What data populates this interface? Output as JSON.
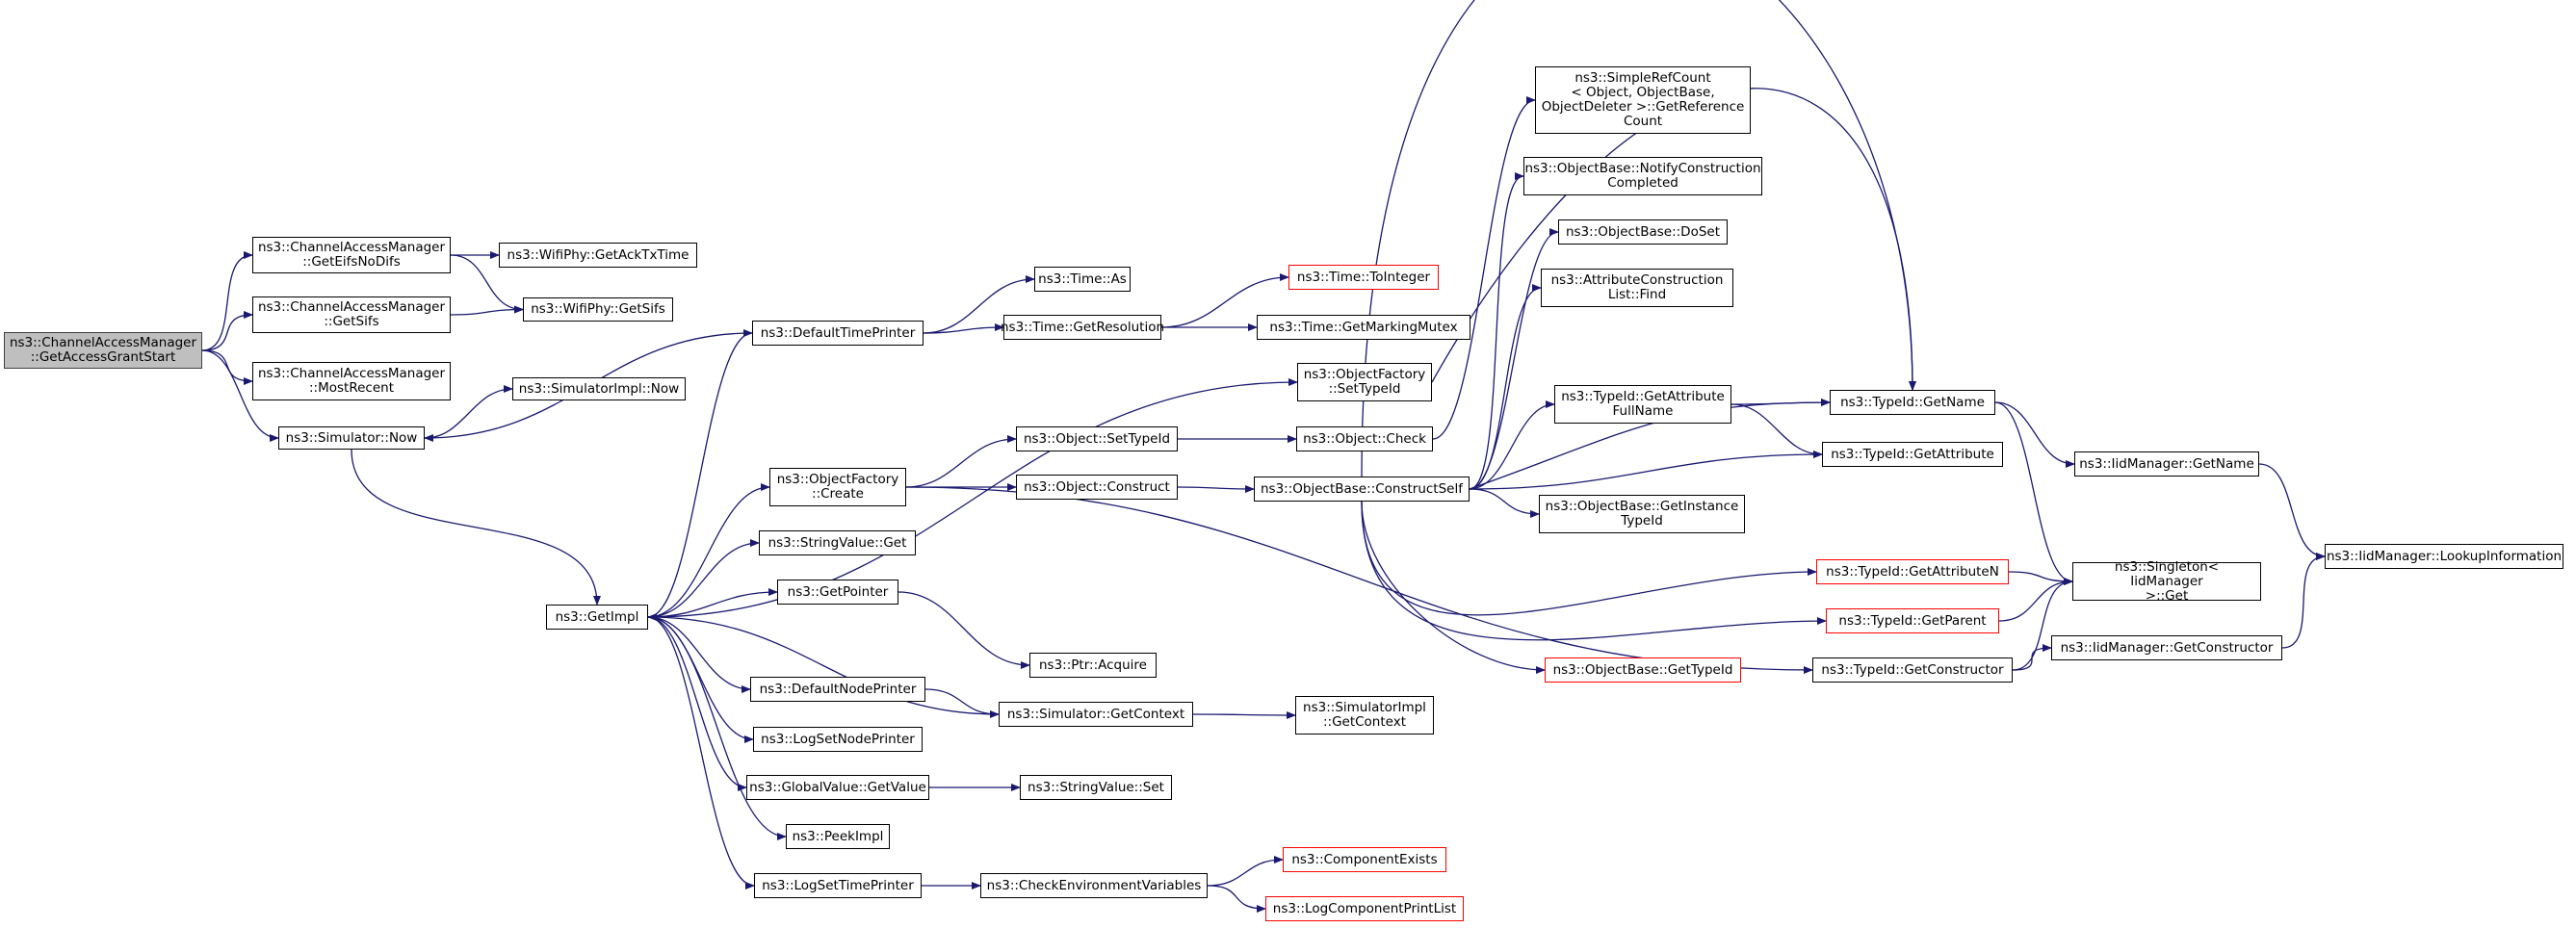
{
  "graph": {
    "edge_color": "#191970",
    "nodes": {
      "root": {
        "label": "ns3::ChannelAccessManager\n::GetAccessGrantStart",
        "style": "root"
      },
      "getEifsNoDifs": {
        "label": "ns3::ChannelAccessManager\n::GetEifsNoDifs"
      },
      "getSifsCam": {
        "label": "ns3::ChannelAccessManager\n::GetSifs"
      },
      "mostRecent": {
        "label": "ns3::ChannelAccessManager\n::MostRecent"
      },
      "simNow": {
        "label": "ns3::Simulator::Now"
      },
      "getAckTxTime": {
        "label": "ns3::WifiPhy::GetAckTxTime"
      },
      "wifiGetSifs": {
        "label": "ns3::WifiPhy::GetSifs"
      },
      "simImplNow": {
        "label": "ns3::SimulatorImpl::Now"
      },
      "getImpl": {
        "label": "ns3::GetImpl"
      },
      "defaultTimePrinter": {
        "label": "ns3::DefaultTimePrinter"
      },
      "objFactoryCreate": {
        "label": "ns3::ObjectFactory\n::Create"
      },
      "stringValueGet": {
        "label": "ns3::StringValue::Get"
      },
      "getPointer": {
        "label": "ns3::GetPointer"
      },
      "defaultNodePrinter": {
        "label": "ns3::DefaultNodePrinter"
      },
      "logSetNodePrinter": {
        "label": "ns3::LogSetNodePrinter"
      },
      "globalValueGetValue": {
        "label": "ns3::GlobalValue::GetValue"
      },
      "peekImpl": {
        "label": "ns3::PeekImpl"
      },
      "logSetTimePrinter": {
        "label": "ns3::LogSetTimePrinter"
      },
      "timeAs": {
        "label": "ns3::Time::As"
      },
      "timeGetResolution": {
        "label": "ns3::Time::GetResolution"
      },
      "objSetTypeId": {
        "label": "ns3::Object::SetTypeId"
      },
      "objConstruct": {
        "label": "ns3::Object::Construct"
      },
      "ptrAcquire": {
        "label": "ns3::Ptr::Acquire"
      },
      "simGetContext": {
        "label": "ns3::Simulator::GetContext"
      },
      "stringValueSet": {
        "label": "ns3::StringValue::Set"
      },
      "checkEnvVars": {
        "label": "ns3::CheckEnvironmentVariables"
      },
      "timeToInteger": {
        "label": "ns3::Time::ToInteger",
        "style": "red"
      },
      "timeGetMarkingMutex": {
        "label": "ns3::Time::GetMarkingMutex"
      },
      "objFactorySetTypeId": {
        "label": "ns3::ObjectFactory\n::SetTypeId"
      },
      "objCheck": {
        "label": "ns3::Object::Check"
      },
      "constructSelf": {
        "label": "ns3::ObjectBase::ConstructSelf"
      },
      "simImplGetContext": {
        "label": "ns3::SimulatorImpl\n::GetContext"
      },
      "componentExists": {
        "label": "ns3::ComponentExists",
        "style": "red"
      },
      "logComponentPrintList": {
        "label": "ns3::LogComponentPrintList",
        "style": "red"
      },
      "simpleRefCount": {
        "label": "ns3::SimpleRefCount\n< Object, ObjectBase,\nObjectDeleter >::GetReference\nCount"
      },
      "notifyConstructionCompleted": {
        "label": "ns3::ObjectBase::NotifyConstruction\nCompleted"
      },
      "objBaseDoSet": {
        "label": "ns3::ObjectBase::DoSet"
      },
      "attrConstructionListFind": {
        "label": "ns3::AttributeConstruction\nList::Find"
      },
      "typeIdGetAttributeFullName": {
        "label": "ns3::TypeId::GetAttribute\nFullName"
      },
      "objBaseGetInstanceTypeId": {
        "label": "ns3::ObjectBase::GetInstance\nTypeId"
      },
      "objBaseGetTypeId": {
        "label": "ns3::ObjectBase::GetTypeId",
        "style": "red"
      },
      "typeIdGetName": {
        "label": "ns3::TypeId::GetName"
      },
      "typeIdGetAttribute": {
        "label": "ns3::TypeId::GetAttribute"
      },
      "typeIdGetAttributeN": {
        "label": "ns3::TypeId::GetAttributeN",
        "style": "red"
      },
      "typeIdGetParent": {
        "label": "ns3::TypeId::GetParent",
        "style": "red"
      },
      "typeIdGetConstructor": {
        "label": "ns3::TypeId::GetConstructor"
      },
      "iidManagerGetName": {
        "label": "ns3::IidManager::GetName"
      },
      "singletonGet": {
        "label": "ns3::Singleton< IidManager\n>::Get"
      },
      "iidManagerGetConstructor": {
        "label": "ns3::IidManager::GetConstructor"
      },
      "iidManagerLookupInformation": {
        "label": "ns3::IidManager::LookupInformation"
      }
    }
  }
}
